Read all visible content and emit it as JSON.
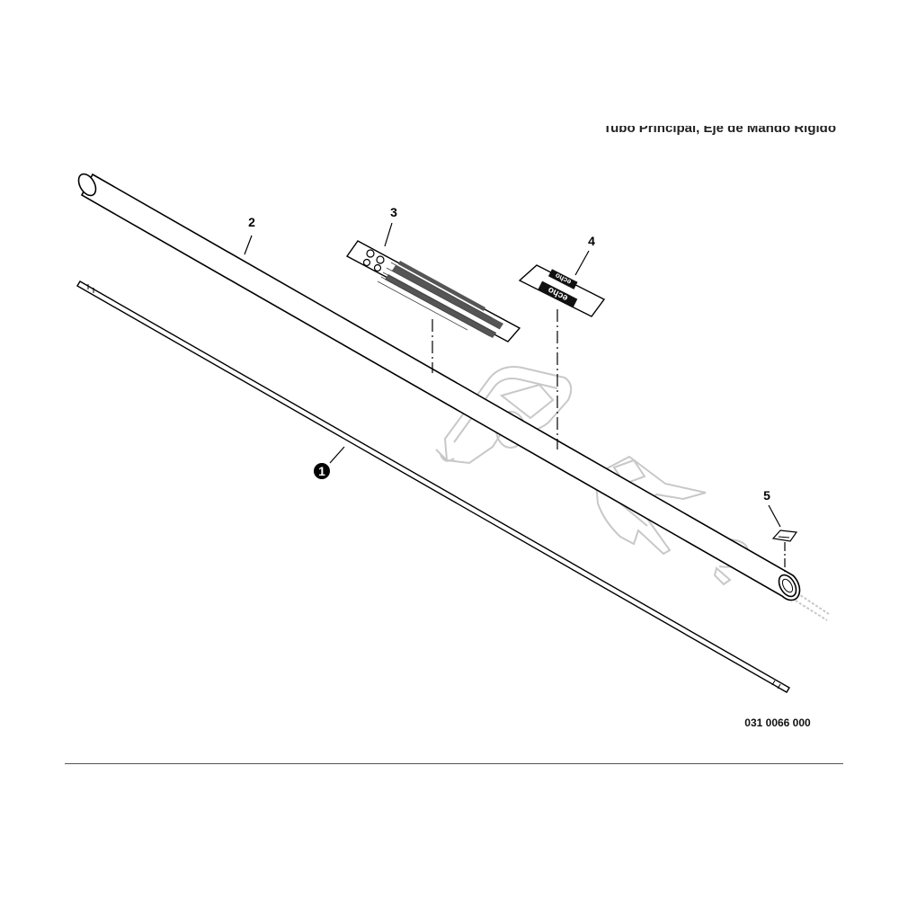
{
  "title": "Tubo Principal, Eje de Mando Rigido",
  "callouts": {
    "c1": "1",
    "c2": "2",
    "c3": "3",
    "c4": "4",
    "c5": "5"
  },
  "label_4_text": "echo",
  "drawing_code": "031 0066 000"
}
